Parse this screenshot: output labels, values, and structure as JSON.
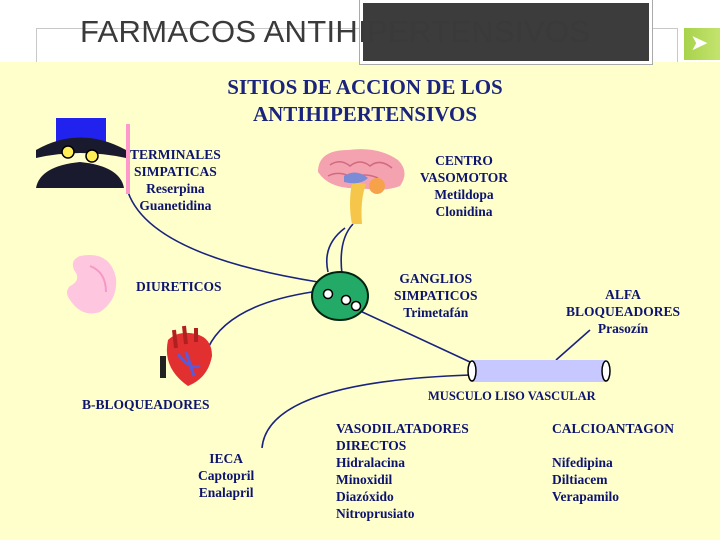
{
  "slide_title": "FARMACOS ANTIHIPERTENSIVOS",
  "diagram_title": [
    "SITIOS DE ACCION DE LOS",
    "ANTIHIPERTENSIVOS"
  ],
  "nodes": {
    "terminales": [
      "TERMINALES",
      "SIMPATICAS",
      "Reserpina",
      "Guanetidina"
    ],
    "centro": [
      "CENTRO",
      "VASOMOTOR",
      "Metildopa",
      "Clonidina"
    ],
    "diureticos": [
      "DIURETICOS"
    ],
    "ganglios": [
      "GANGLIOS",
      "SIMPATICOS",
      "Trimetafán"
    ],
    "alfa": [
      "ALFA",
      "BLOQUEADORES",
      "Prasozín"
    ],
    "musculo": [
      "MUSCULO LISO VASCULAR"
    ],
    "beta": [
      "B-BLOQUEADORES"
    ],
    "ieca": [
      "IECA",
      "Captopril",
      "Enalapril"
    ],
    "vasodilatadores": [
      "VASODILATADORES",
      "DIRECTOS",
      "Hidralacina",
      "Minoxidil",
      "Diazóxido",
      "Nitroprusiato"
    ],
    "calcio": [
      "CALCIOANTAGON",
      "Nifedipina",
      "Diltiacem",
      "Verapamilo"
    ]
  },
  "colors": {
    "panel": "#ffffcc",
    "text": "#0d1470",
    "line": "#1a237e",
    "accent": "#a7d34b"
  },
  "icons": [
    "figure-head-icon",
    "brain-icon",
    "kidney-icon",
    "heart-icon",
    "ganglion-icon",
    "vessel-icon"
  ]
}
